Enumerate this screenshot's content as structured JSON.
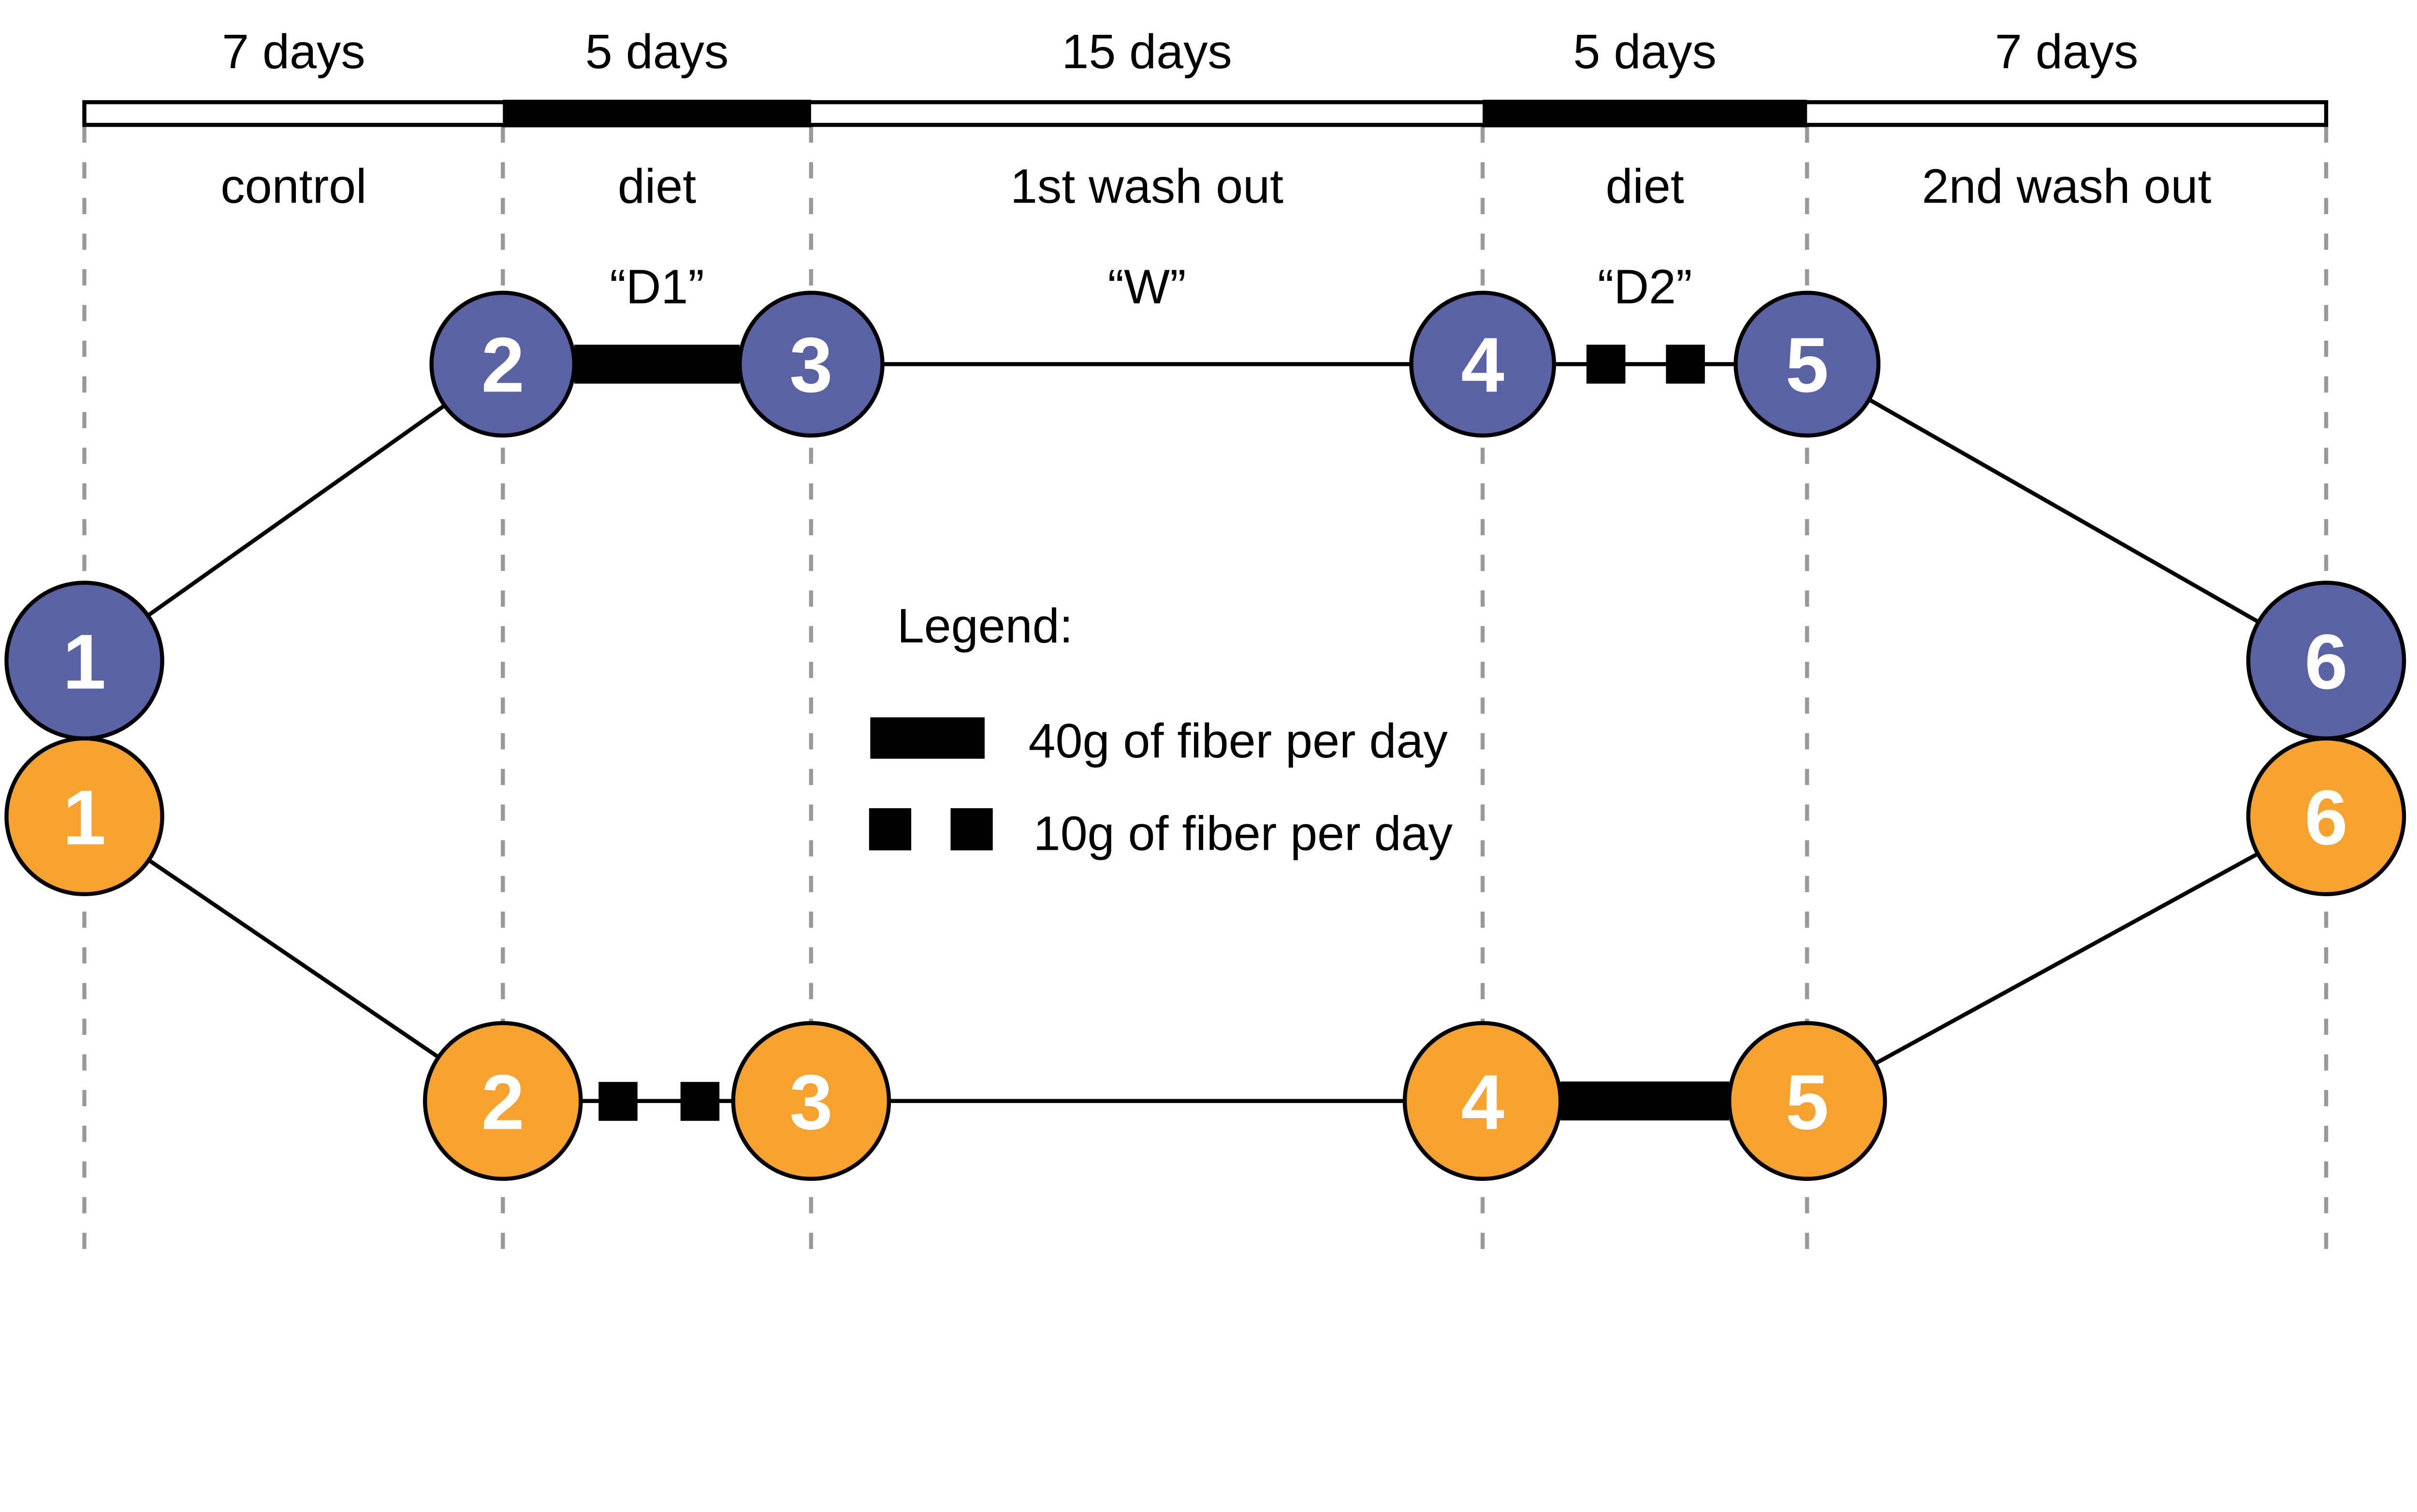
{
  "figure": {
    "type": "study-design-diagram",
    "description_visible": false
  },
  "timeline": {
    "phases": [
      {
        "duration": "7 days",
        "label": "control",
        "code": ""
      },
      {
        "duration": "5 days",
        "label": "diet",
        "code": "“D1”"
      },
      {
        "duration": "15 days",
        "label": "1st wash out",
        "code": "“W”"
      },
      {
        "duration": "5 days",
        "label": "diet",
        "code": "“D2”"
      },
      {
        "duration": "7 days",
        "label": "2nd wash out",
        "code": ""
      }
    ]
  },
  "arms": {
    "blue": {
      "color": "#5A62A4",
      "nodes": [
        "1",
        "2",
        "3",
        "4",
        "5",
        "6"
      ]
    },
    "orange": {
      "color": "#F5A231",
      "nodes": [
        "1",
        "2",
        "3",
        "4",
        "5",
        "6"
      ]
    }
  },
  "legend": {
    "title": "Legend:",
    "items": [
      {
        "symbol": "thick-bar-swatch",
        "label": "40g of fiber per day"
      },
      {
        "symbol": "two-squares-swatch",
        "label": "10g of fiber per day"
      }
    ]
  },
  "colors": {
    "blue": "#5A62A4",
    "orange": "#F5A231",
    "black": "#000000",
    "dash_gray": "#999999",
    "background": "#FFFFFF"
  }
}
